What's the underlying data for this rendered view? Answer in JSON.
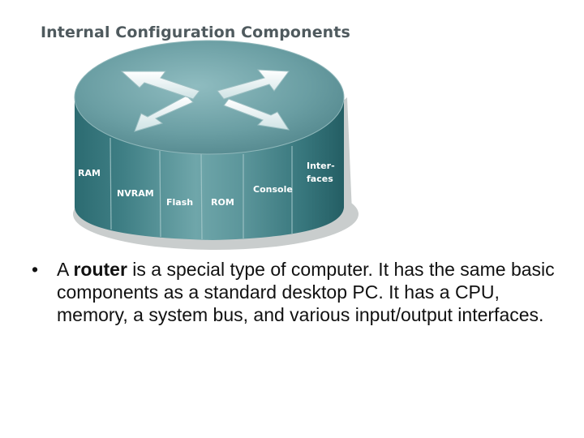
{
  "figure": {
    "title": "Internal Configuration Components",
    "labels": {
      "ram": "RAM",
      "nvram": "NVRAM",
      "flash": "Flash",
      "rom": "ROM",
      "console": "Console",
      "interfaces_line1": "Inter-",
      "interfaces_line2": "faces"
    }
  },
  "bullet": {
    "marker": "•",
    "before": "A ",
    "bold": "router",
    "after": " is a special type of computer. It has the same basic components as a standard desktop PC. It has a CPU, memory, a system bus, and various input/output interfaces."
  },
  "colors": {
    "body_dark": "#2f6e74",
    "body_light": "#6fa6aa",
    "top_face": "#6a9ea3",
    "shadow": "#c8cccc",
    "text": "#111111"
  }
}
